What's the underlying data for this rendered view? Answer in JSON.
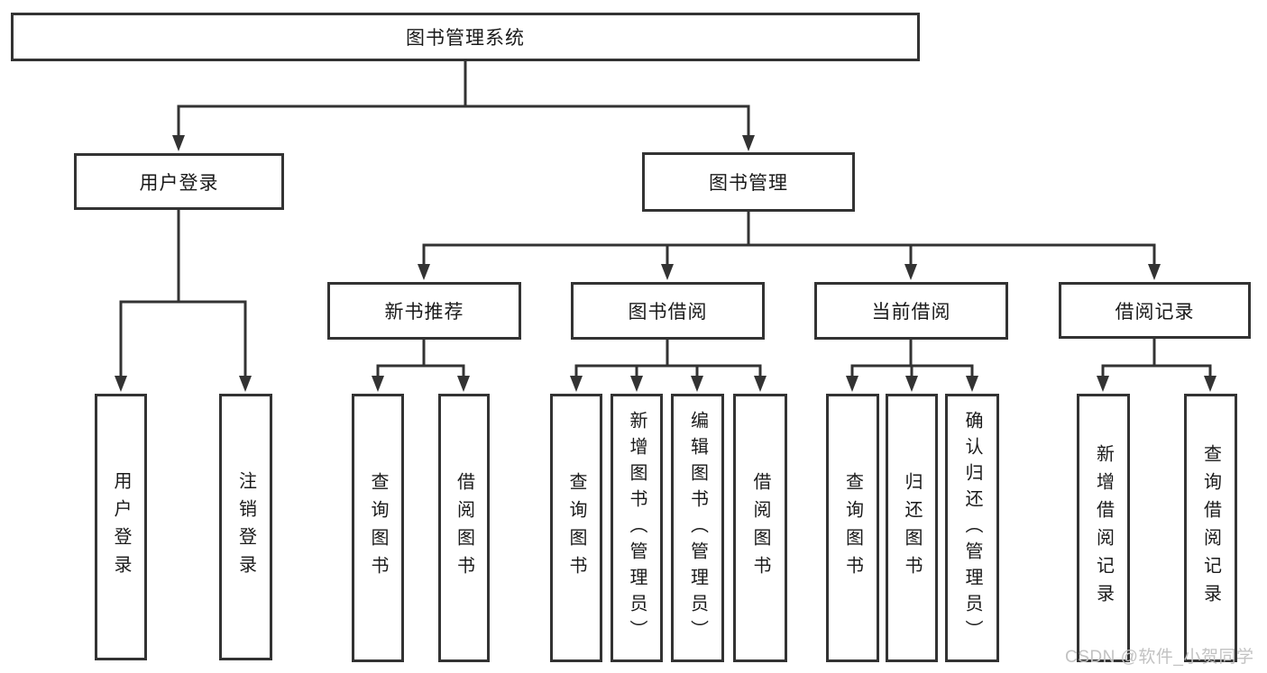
{
  "tree": {
    "root": {
      "label": "图书管理系统",
      "children": [
        {
          "label": "用户登录",
          "children": [
            {
              "label": "用户登录"
            },
            {
              "label": "注销登录"
            }
          ]
        },
        {
          "label": "图书管理",
          "children": [
            {
              "label": "新书推荐",
              "children": [
                {
                  "label": "查询图书"
                },
                {
                  "label": "借阅图书"
                }
              ]
            },
            {
              "label": "图书借阅",
              "children": [
                {
                  "label": "查询图书"
                },
                {
                  "label": "新增图书（管理员）"
                },
                {
                  "label": "编辑图书（管理员）"
                },
                {
                  "label": "借阅图书"
                }
              ]
            },
            {
              "label": "当前借阅",
              "children": [
                {
                  "label": "查询图书"
                },
                {
                  "label": "归还图书"
                },
                {
                  "label": "确认归还（管理员）"
                }
              ]
            },
            {
              "label": "借阅记录",
              "children": [
                {
                  "label": "新增借阅记录"
                },
                {
                  "label": "查询借阅记录"
                }
              ]
            }
          ]
        }
      ]
    }
  },
  "watermark": {
    "text": "CSDN @软件_小贺同学",
    "color": "#c2c2c2"
  },
  "colors": {
    "line": "#333333",
    "box_border": "#333333",
    "text": "#1a1a1a",
    "background": "#ffffff"
  }
}
